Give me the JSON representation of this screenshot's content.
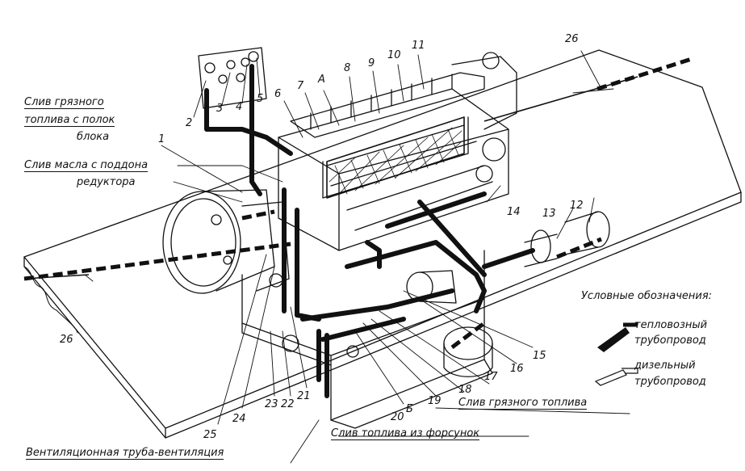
{
  "captions": {
    "slv_dirty_shelves_l1": "Слив грязного",
    "slv_dirty_shelves_l2": "топлива с полок",
    "slv_dirty_shelves_l3": "блока",
    "slv_oil_l1": "Слив масла с поддона",
    "slv_oil_l2": "редуктора",
    "slv_dirty_fuel": "Слив грязного топлива",
    "slv_injectors": "Слив топлива из форсунок",
    "vent": "Вентиляционная труба-вентиляция"
  },
  "legend": {
    "title": "Условные обозначения:",
    "loco_l1": "тепловозный",
    "loco_l2": "трубопровод",
    "diesel_l1": "дизельный",
    "diesel_l2": "трубопровод"
  },
  "callouts": {
    "n1": "1",
    "n2": "2",
    "n3": "3",
    "n4": "4",
    "n5": "5",
    "n6": "6",
    "n7": "7",
    "nA": "A",
    "n8": "8",
    "n9": "9",
    "n10": "10",
    "n11": "11",
    "n12": "12",
    "n13": "13",
    "n14": "14",
    "n15": "15",
    "n16": "16",
    "n17": "17",
    "n18": "18",
    "n19": "19",
    "n20": "20",
    "nB": "Б",
    "n21": "21",
    "n22": "22",
    "n23": "23",
    "n24": "24",
    "n25": "25",
    "n26a": "26",
    "n26b": "26"
  }
}
